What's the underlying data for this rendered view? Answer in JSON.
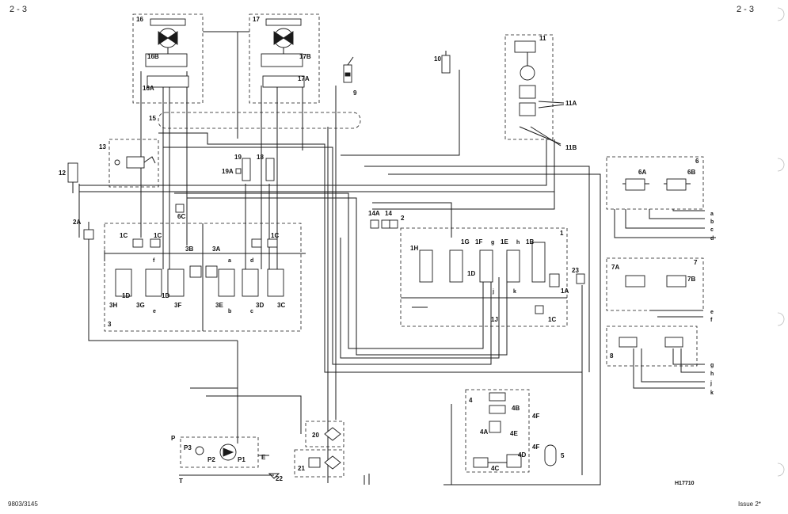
{
  "header": {
    "left": "2 - 3",
    "right": "2 - 3"
  },
  "footer": {
    "left": "9803/3145",
    "right": "Issue 2*"
  },
  "figure_ref": "H17710",
  "labels": {
    "c16": "16",
    "c16A": "16A",
    "c16B": "16B",
    "c17": "17",
    "c17A": "17A",
    "c17B": "17B",
    "c15": "15",
    "c9": "9",
    "c10": "10",
    "c11": "11",
    "c11A": "11A",
    "c11B": "11B",
    "c12": "12",
    "c13": "13",
    "c19": "19",
    "c19A": "19A",
    "c18": "18",
    "c6": "6",
    "c6A": "6A",
    "c6B": "6B",
    "c6C": "6C",
    "c7": "7",
    "c7A": "7A",
    "c7B": "7B",
    "c8": "8",
    "c2A": "2A",
    "c2": "2",
    "c14A": "14A",
    "c14": "14",
    "c1": "1",
    "c1H": "1H",
    "c1G": "1G",
    "c1F": "1F",
    "c1E": "1E",
    "c1B": "1B",
    "c1D_right": "1D",
    "c1A": "1A",
    "c1C_right": "1C",
    "c1J": "1J",
    "c23": "23",
    "s_g": "g",
    "s_h": "h",
    "s_j": "j",
    "s_k": "k",
    "c3": "3",
    "c3A": "3A",
    "c3B": "3B",
    "c3C": "3C",
    "c3D": "3D",
    "c3E": "3E",
    "c3F": "3F",
    "c3G": "3G",
    "c3H": "3H",
    "c1C_a": "1C",
    "c1C_b": "1C",
    "c1C_c": "1C",
    "c1D_a": "1D",
    "c1D_b": "1D",
    "s_a": "a",
    "s_b": "b",
    "s_c": "c",
    "s_d": "d",
    "s_e": "e",
    "s_f": "f",
    "p_a": "a",
    "p_b": "b",
    "p_c": "c",
    "p_d": "d",
    "p_e": "e",
    "p_f": "f",
    "p_g": "g",
    "p_h": "h",
    "p_j": "j",
    "p_k": "k",
    "c4": "4",
    "c4A": "4A",
    "c4B": "4B",
    "c4C": "4C",
    "c4D": "4D",
    "c4E": "4E",
    "c4F_a": "4F",
    "c4F_b": "4F",
    "c5": "5",
    "c20": "20",
    "c21": "21",
    "c22": "22",
    "cP": "P",
    "cP1": "P1",
    "cP2": "P2",
    "cP3": "P3",
    "cE": "E",
    "cT": "T"
  }
}
